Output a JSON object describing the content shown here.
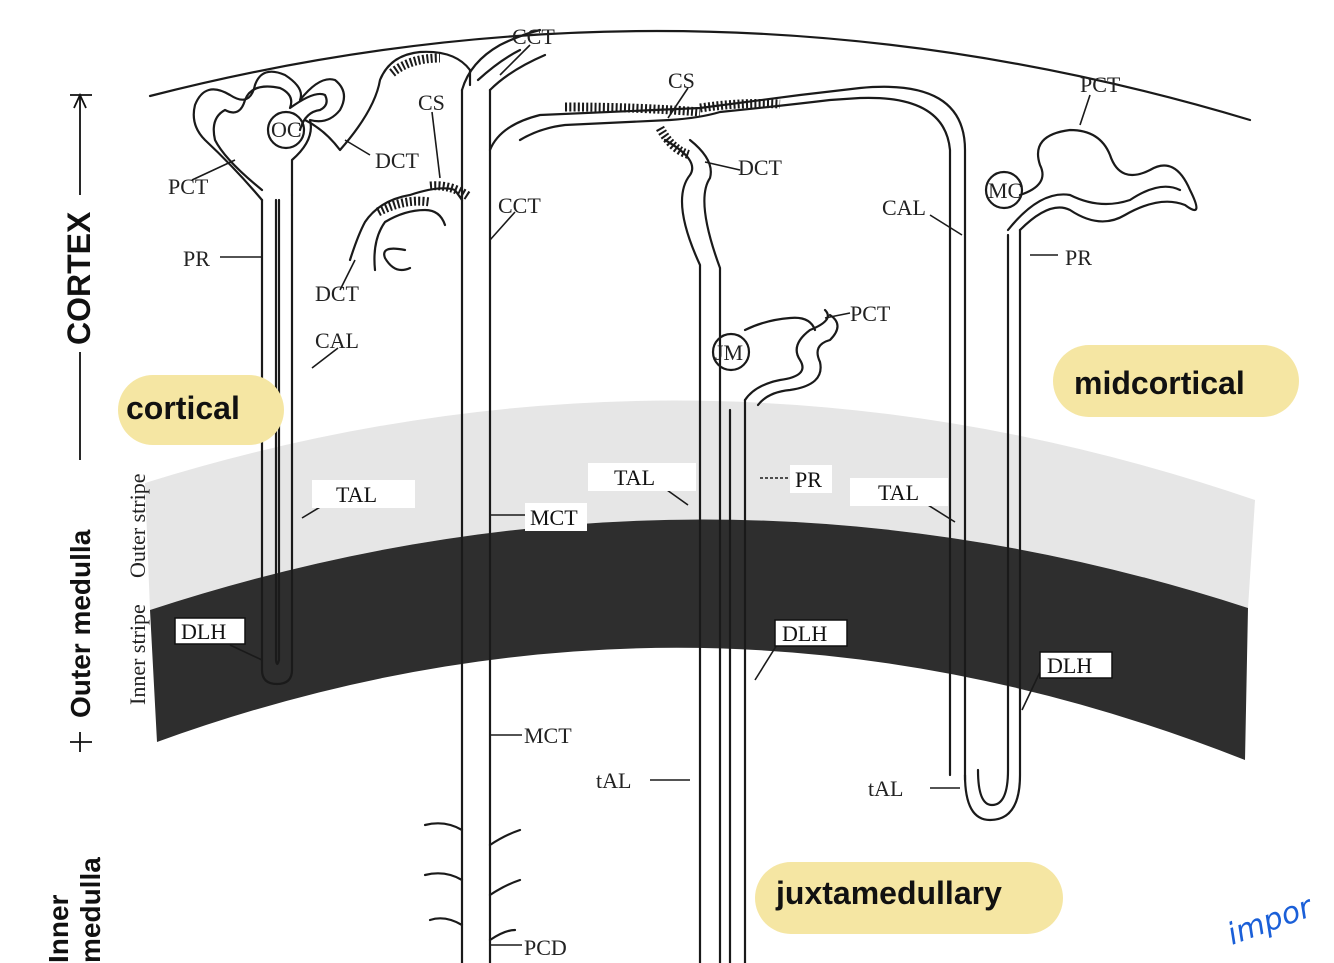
{
  "side_labels": {
    "cortex": "CORTEX",
    "outer_medulla": "Outer medulla",
    "outer_stripe": "Outer stripe",
    "inner_stripe": "Inner stripe",
    "inner_medulla_1": "Inner",
    "inner_medulla_2": "medulla"
  },
  "highlights": {
    "cortical": "cortical",
    "midcortical": "midcortical",
    "juxtamedullary": "juxtamedullary"
  },
  "highlight_color": "#f5e6a3",
  "annotation_note": "impor",
  "labels": {
    "cct_top": "CCT",
    "cs_left": "CS",
    "oc": "OC",
    "dct_left": "DCT",
    "pct_left": "PCT",
    "pr_left": "PR",
    "dct_small": "DCT",
    "cal_left": "CAL",
    "cct_mid": "CCT",
    "cs_mid": "CS",
    "dct_mid": "DCT",
    "cal_right": "CAL",
    "mc": "MC",
    "pct_right": "PCT",
    "pr_right": "PR",
    "pct_jm": "PCT",
    "jm": "JM",
    "tal_left": "TAL",
    "mct_upper": "MCT",
    "tal_mid": "TAL",
    "pr_mid": "PR",
    "tal_right": "TAL",
    "dlh_left": "DLH",
    "dlh_mid": "DLH",
    "dlh_right": "DLH",
    "mct_lower": "MCT",
    "tal_small_mid": "tAL",
    "tal_small_right": "tAL",
    "pcd": "PCD"
  }
}
